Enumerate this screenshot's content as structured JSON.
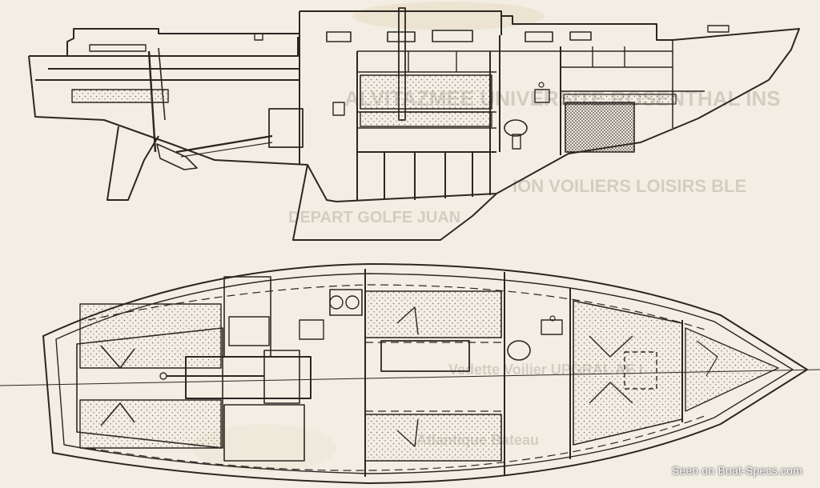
{
  "watermark": {
    "text": "Seen on Boat-Specs.com"
  },
  "bleed_through_text": {
    "line1": "ALVITAZMEE UNIVERSITE ROSENTHAL INS",
    "line2": "ION VOILIERS LOISIRS BLE",
    "line3": "DEPART GOLFE JUAN",
    "line4": "Vedette   Voilier   UPGRAL AE I",
    "line5": "Atlantique   Bateau"
  },
  "colors": {
    "paper": "#f3eee4",
    "ink": "#2b2622",
    "bleed": "#b9b2a6",
    "cushion_dots": "#6f6860"
  }
}
